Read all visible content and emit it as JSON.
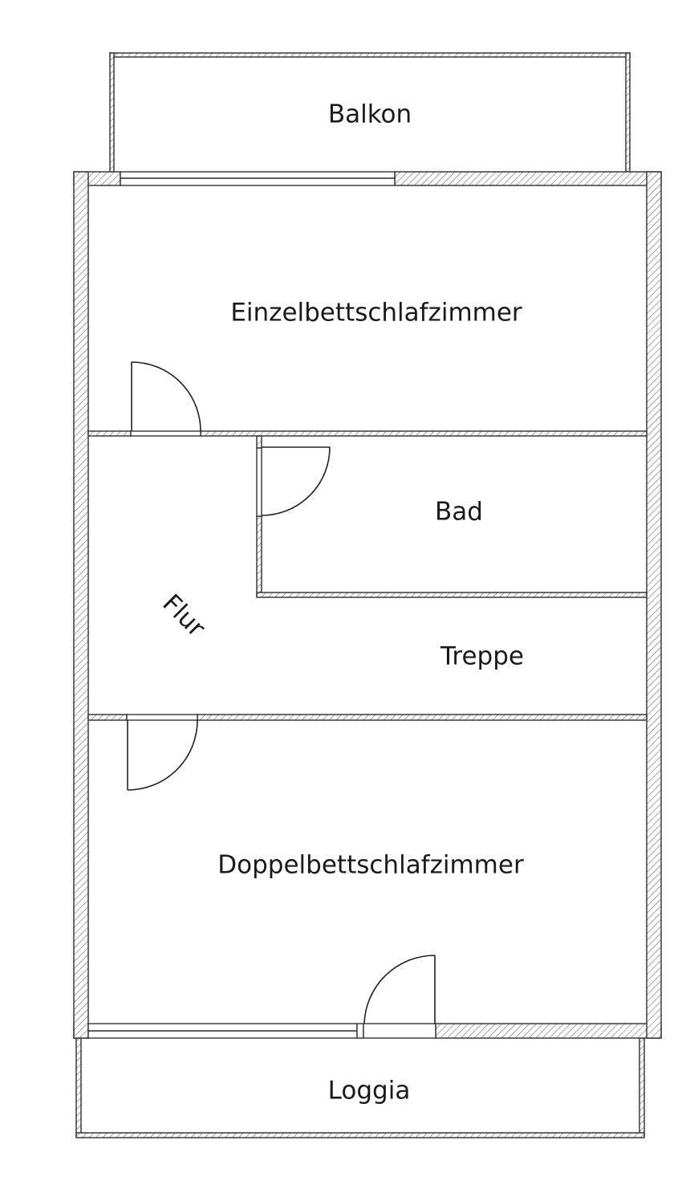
{
  "rooms": {
    "balkon": "Balkon",
    "einzel": "Einzelbettschlafzimmer",
    "bad": "Bad",
    "flur": "Flur",
    "treppe": "Treppe",
    "doppel": "Doppelbettschlafzimmer",
    "loggia": "Loggia"
  },
  "colors": {
    "line": "#2a2a2a",
    "background": "#ffffff"
  }
}
